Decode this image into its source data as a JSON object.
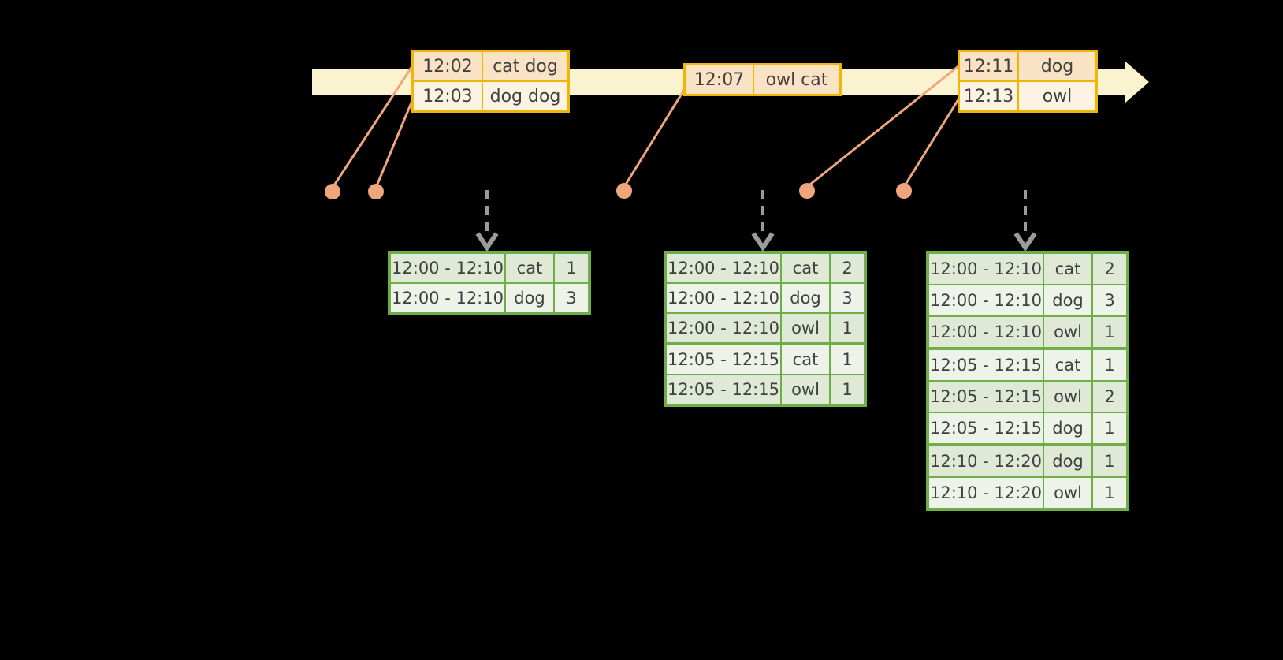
{
  "colors": {
    "background": "#000000",
    "timeline_fill": "#FBF2CF",
    "event_table_border": "#F0B505",
    "event_row_odd_fill": "#FAE2C5",
    "event_row_even_fill": "#FDF3E3",
    "connector": "#F0A67C",
    "trigger_arrow": "#9B9B9B",
    "result_table_border": "#6FAD49",
    "result_row_odd_fill": "#DFE9D6",
    "result_row_even_fill": "#EEF3EA",
    "text": "#404040"
  },
  "event_tables": [
    {
      "rows": [
        {
          "time": "12:02",
          "words": "cat dog"
        },
        {
          "time": "12:03",
          "words": "dog dog"
        }
      ]
    },
    {
      "rows": [
        {
          "time": "12:07",
          "words": "owl cat"
        }
      ]
    },
    {
      "rows": [
        {
          "time": "12:11",
          "words": "dog"
        },
        {
          "time": "12:13",
          "words": "owl"
        }
      ]
    }
  ],
  "result_tables": [
    {
      "rows": [
        {
          "window": "12:00 - 12:10",
          "word": "cat",
          "count": 1
        },
        {
          "window": "12:00 - 12:10",
          "word": "dog",
          "count": 3
        }
      ]
    },
    {
      "rows": [
        {
          "window": "12:00 - 12:10",
          "word": "cat",
          "count": 2
        },
        {
          "window": "12:00 - 12:10",
          "word": "dog",
          "count": 3
        },
        {
          "window": "12:00 - 12:10",
          "word": "owl",
          "count": 1
        },
        {
          "window": "12:05 - 12:15",
          "word": "cat",
          "count": 1
        },
        {
          "window": "12:05 - 12:15",
          "word": "owl",
          "count": 1
        }
      ]
    },
    {
      "rows": [
        {
          "window": "12:00 - 12:10",
          "word": "cat",
          "count": 2
        },
        {
          "window": "12:00 - 12:10",
          "word": "dog",
          "count": 3
        },
        {
          "window": "12:00 - 12:10",
          "word": "owl",
          "count": 1
        },
        {
          "window": "12:05 - 12:15",
          "word": "cat",
          "count": 1
        },
        {
          "window": "12:05 - 12:15",
          "word": "owl",
          "count": 2
        },
        {
          "window": "12:05 - 12:15",
          "word": "dog",
          "count": 1
        },
        {
          "window": "12:10 - 12:20",
          "word": "dog",
          "count": 1
        },
        {
          "window": "12:10 - 12:20",
          "word": "owl",
          "count": 1
        }
      ]
    }
  ]
}
